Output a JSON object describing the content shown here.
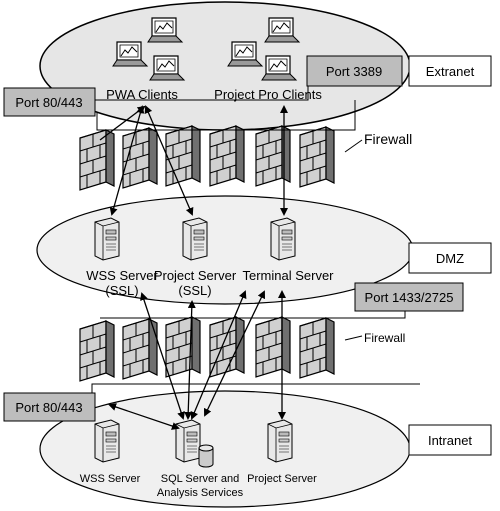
{
  "zones": {
    "extranet": "Extranet",
    "dmz": "DMZ",
    "intranet": "Intranet"
  },
  "ports": {
    "p3389": "Port 3389",
    "p80_top": "Port 80/443",
    "p1433": "Port 1433/2725",
    "p80_bottom": "Port 80/443"
  },
  "firewall_labels": {
    "top": "Firewall",
    "bottom": "Firewall"
  },
  "clients": {
    "pwa": "PWA Clients",
    "project_pro": "Project Pro Clients"
  },
  "dmz_servers": {
    "wss_line1": "WSS Server",
    "wss_line2": "(SSL)",
    "project_line1": "Project Server",
    "project_line2": "(SSL)",
    "terminal": "Terminal Server"
  },
  "intranet_servers": {
    "wss": "WSS Server",
    "sql_line1": "SQL Server and",
    "sql_line2": "Analysis Services",
    "project": "Project Server"
  }
}
